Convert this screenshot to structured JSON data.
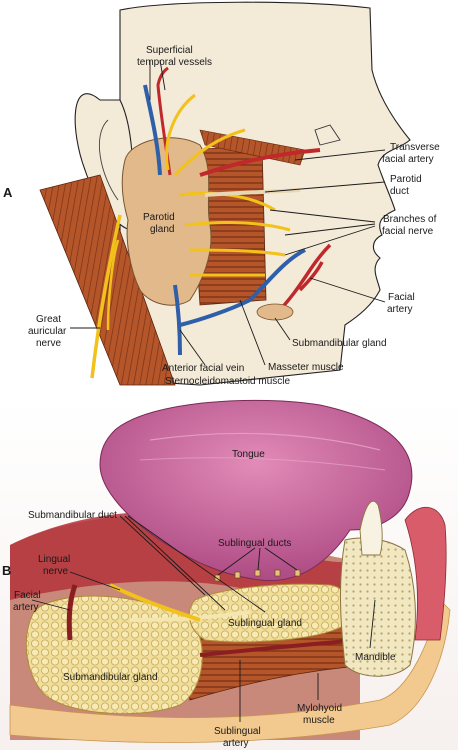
{
  "panels": {
    "a": {
      "letter": "A",
      "labels": {
        "superficial_temporal_1": "Superficial",
        "superficial_temporal_2": "temporal vessels",
        "transverse_facial_1": "Transverse",
        "transverse_facial_2": "facial artery",
        "parotid_duct_1": "Parotid",
        "parotid_duct_2": "duct",
        "branches_facial_1": "Branches of",
        "branches_facial_2": "facial nerve",
        "parotid_gland_1": "Parotid",
        "parotid_gland_2": "gland",
        "facial_artery_1": "Facial",
        "facial_artery_2": "artery",
        "great_auricular_1": "Great",
        "great_auricular_2": "auricular",
        "great_auricular_3": "nerve",
        "submandibular_gland": "Submandibular gland",
        "masseter_muscle": "Masseter muscle",
        "anterior_facial_vein": "Anterior facial vein",
        "sternocleidomastoid": "Sternocleidomastoid muscle"
      }
    },
    "b": {
      "letter": "B",
      "labels": {
        "tongue": "Tongue",
        "submandibular_duct": "Submandibular duct",
        "sublingual_ducts": "Sublingual ducts",
        "lingual_nerve_1": "Lingual",
        "lingual_nerve_2": "nerve",
        "facial_artery_1": "Facial",
        "facial_artery_2": "artery",
        "sublingual_gland": "Sublingual gland",
        "submandibular_gland": "Submandibular gland",
        "mandible": "Mandible",
        "sublingual_artery_1": "Sublingual",
        "sublingual_artery_2": "artery",
        "mylohyoid_1": "Mylohyoid",
        "mylohyoid_2": "muscle"
      }
    }
  },
  "colors": {
    "skin": "#f3ead8",
    "gland": "#e2b98a",
    "muscle": "#b5562a",
    "nerve": "#f2c21b",
    "vein": "#2f5fa8",
    "artery": "#c0282b",
    "tongue": "#c9609a",
    "gland_b": "#f0df9a",
    "mucosa": "#b3343a"
  }
}
